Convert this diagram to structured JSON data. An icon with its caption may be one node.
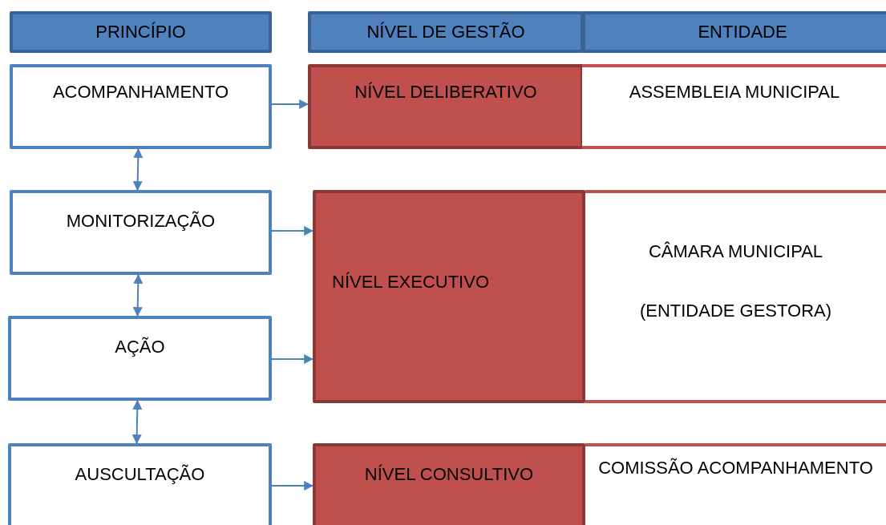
{
  "diagram": {
    "nodes": [
      {
        "text": [
          "PRINCÍPIO"
        ]
      },
      {
        "text": [
          "NÍVEL DE GESTÃO"
        ]
      },
      {
        "text": [
          "ENTIDADE"
        ]
      },
      {
        "text": [
          "ACOMPANHAMENTO"
        ]
      },
      {
        "text": [
          "NÍVEL DELIBERATIVO"
        ]
      },
      {
        "text": [
          "ASSEMBLEIA MUNICIPAL"
        ]
      },
      {
        "text": [
          "MONITORIZAÇÃO"
        ]
      },
      {
        "text": [
          "NÍVEL EXECUTIVO"
        ]
      },
      {
        "text": [
          "CÂMARA MUNICIPAL",
          "(ENTIDADE GESTORA)"
        ]
      },
      {
        "text": [
          "AÇÃO"
        ]
      },
      {
        "text": [
          "AUSCULTAÇÃO"
        ]
      },
      {
        "text": [
          "NÍVEL CONSULTIVO"
        ]
      },
      {
        "text": [
          "COMISSÃO ACOMPANHAMENTO"
        ]
      }
    ],
    "edges": [
      {
        "from": 3,
        "to": 4,
        "arrow": "to"
      },
      {
        "from": 6,
        "to": 7,
        "arrow": "to"
      },
      {
        "from": 9,
        "to": 7,
        "arrow": "to"
      },
      {
        "from": 10,
        "to": 11,
        "arrow": "to"
      },
      {
        "from": 3,
        "to": 6,
        "arrow": "both"
      },
      {
        "from": 6,
        "to": 9,
        "arrow": "both"
      },
      {
        "from": 9,
        "to": 10,
        "arrow": "both"
      }
    ]
  }
}
